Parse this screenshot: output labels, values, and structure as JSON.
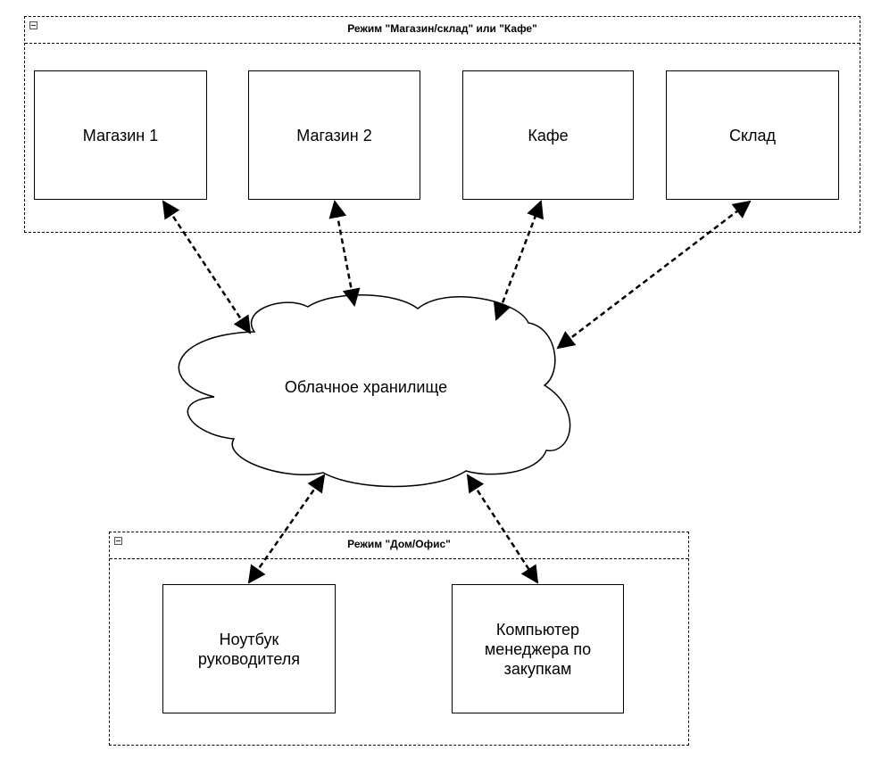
{
  "groups": {
    "top": {
      "title": "Режим \"Магазин/склад\" или \"Кафе\""
    },
    "bottom": {
      "title": "Режим \"Дом/Офис\""
    }
  },
  "nodes": {
    "store1": "Магазин 1",
    "store2": "Магазин 2",
    "cafe": "Кафе",
    "warehouse": "Склад",
    "laptop": "Ноутбук руководителя",
    "pc": "Компьютер менеджера по закупкам"
  },
  "cloud": {
    "label": "Облачное хранилище"
  },
  "connections": [
    {
      "from": "cloud",
      "to": "store1",
      "style": "dashed",
      "arrows": "both"
    },
    {
      "from": "cloud",
      "to": "store2",
      "style": "dashed",
      "arrows": "both"
    },
    {
      "from": "cloud",
      "to": "cafe",
      "style": "dashed",
      "arrows": "both"
    },
    {
      "from": "cloud",
      "to": "warehouse",
      "style": "dashed",
      "arrows": "both"
    },
    {
      "from": "cloud",
      "to": "laptop",
      "style": "dashed",
      "arrows": "both"
    },
    {
      "from": "cloud",
      "to": "pc",
      "style": "dashed",
      "arrows": "both"
    }
  ],
  "icons": {
    "group_toggle": "collapse-icon"
  },
  "colors": {
    "stroke": "#000000",
    "background": "#ffffff"
  }
}
